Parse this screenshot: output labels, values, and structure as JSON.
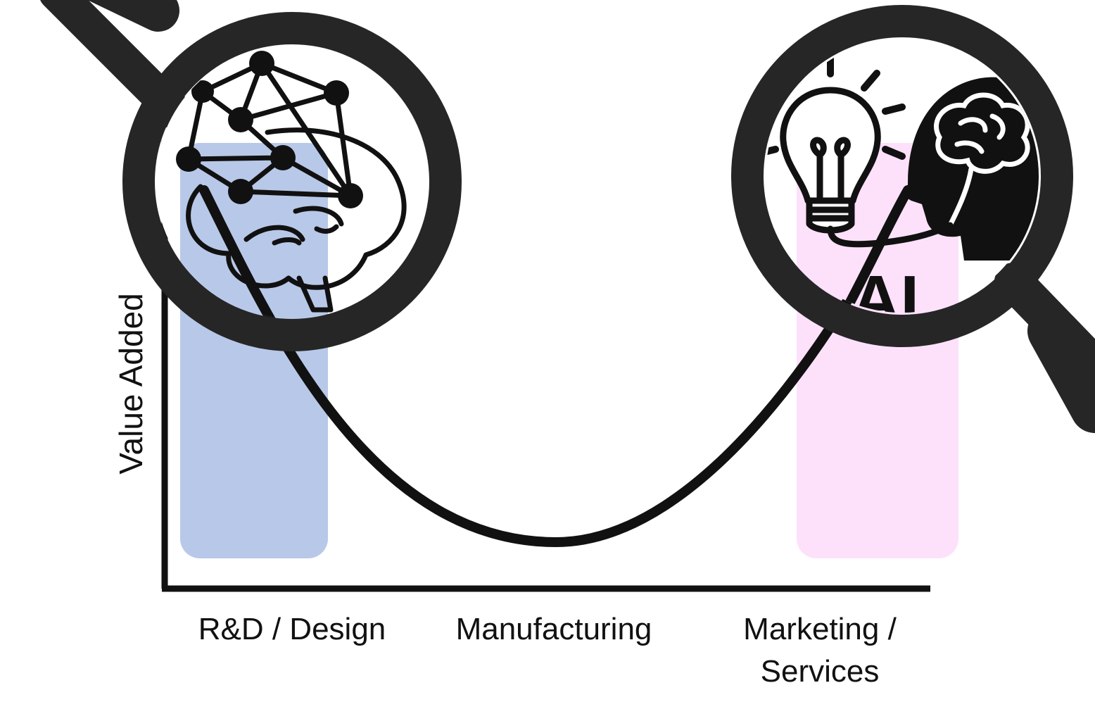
{
  "diagram": {
    "y_axis_label": "Value Added",
    "stages": [
      {
        "label": "R&D / Design"
      },
      {
        "label": "Manufacturing"
      },
      {
        "label_lines": [
          "Marketing /",
          "Services"
        ]
      }
    ],
    "magnifier_right_text": "AI"
  },
  "colors": {
    "ink": "#111111",
    "magnifier": "#262626",
    "band_left": "#b8c8e8",
    "band_right": "#fde1fb"
  },
  "icons": {
    "left_magnifier": "brain-network-icon",
    "right_magnifier": "lightbulb-head-brain-icon"
  }
}
